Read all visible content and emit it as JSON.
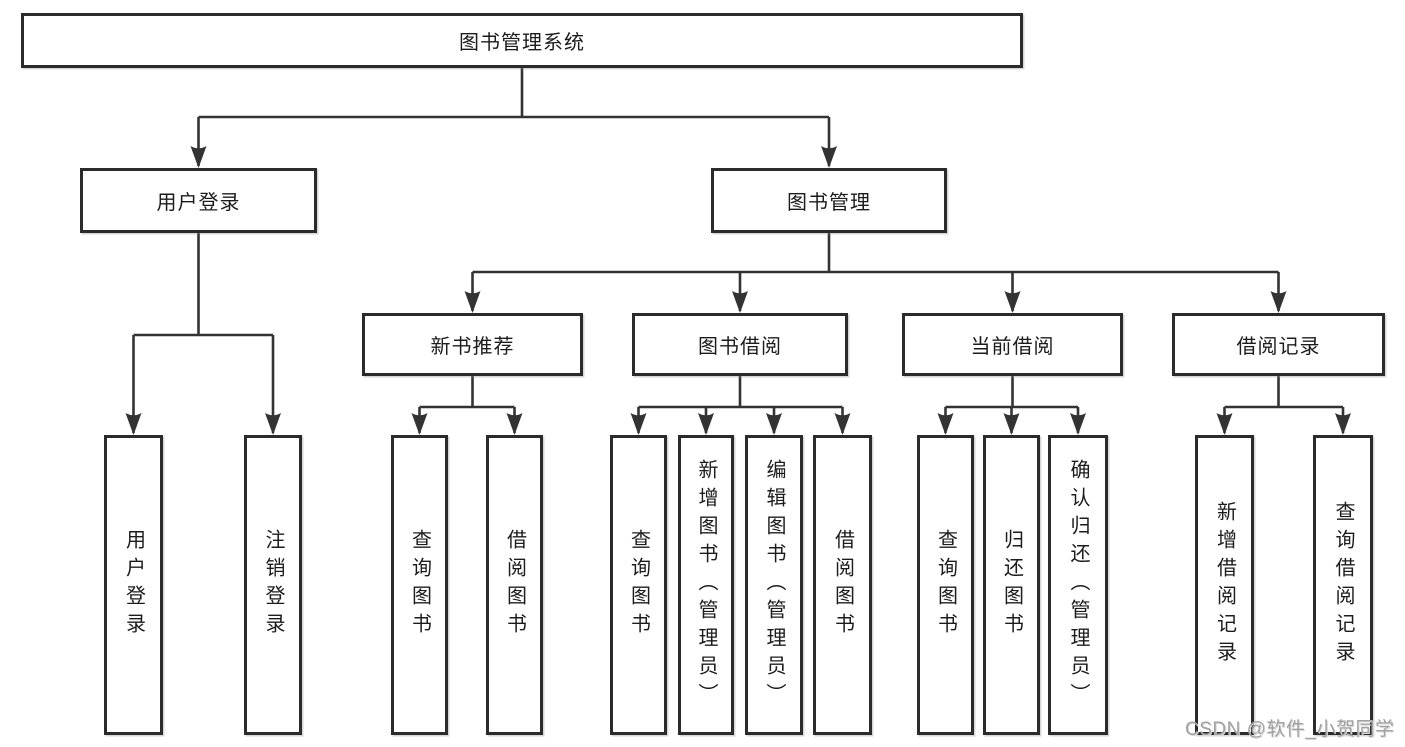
{
  "diagram_title": "图书管理系统",
  "tree": {
    "root": {
      "label": "图书管理系统",
      "children": [
        {
          "label": "用户登录",
          "children": [
            {
              "label": "用户登录"
            },
            {
              "label": "注销登录"
            }
          ]
        },
        {
          "label": "图书管理",
          "children": [
            {
              "label": "新书推荐",
              "children": [
                {
                  "label": "查询图书"
                },
                {
                  "label": "借阅图书"
                }
              ]
            },
            {
              "label": "图书借阅",
              "children": [
                {
                  "label": "查询图书"
                },
                {
                  "label": "新增图书（管理员）"
                },
                {
                  "label": "编辑图书（管理员）"
                },
                {
                  "label": "借阅图书"
                }
              ]
            },
            {
              "label": "当前借阅",
              "children": [
                {
                  "label": "查询图书"
                },
                {
                  "label": "归还图书"
                },
                {
                  "label": "确认归还（管理员）"
                }
              ]
            },
            {
              "label": "借阅记录",
              "children": [
                {
                  "label": "新增借阅记录"
                },
                {
                  "label": "查询借阅记录"
                }
              ]
            }
          ]
        }
      ]
    }
  },
  "watermark": {
    "text": "CSDN @软件_小贺同学"
  },
  "colors": {
    "line": "#333333",
    "box_border": "#2b2b2b",
    "text": "#1c1c1c",
    "watermark": "#a2a2a2",
    "background": "#ffffff"
  }
}
